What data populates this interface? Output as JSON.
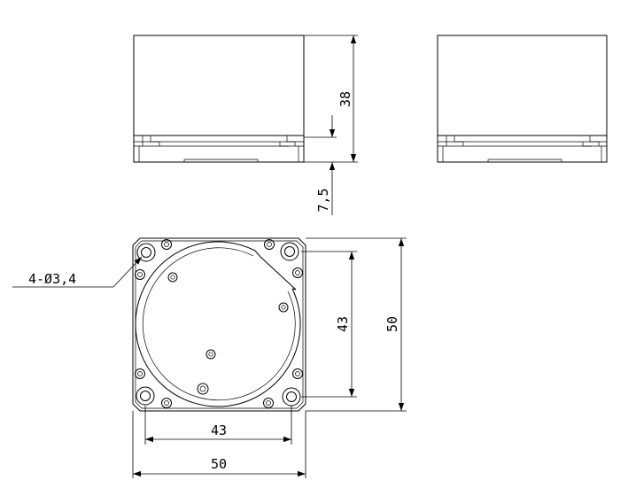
{
  "drawing": {
    "front_height": "38",
    "base_height": "7,5",
    "hole_callout": "4-Ø3,4",
    "hole_spacing_vertical": "43",
    "body_size_vertical": "50",
    "hole_spacing_horizontal": "43",
    "body_size_horizontal": "50"
  }
}
